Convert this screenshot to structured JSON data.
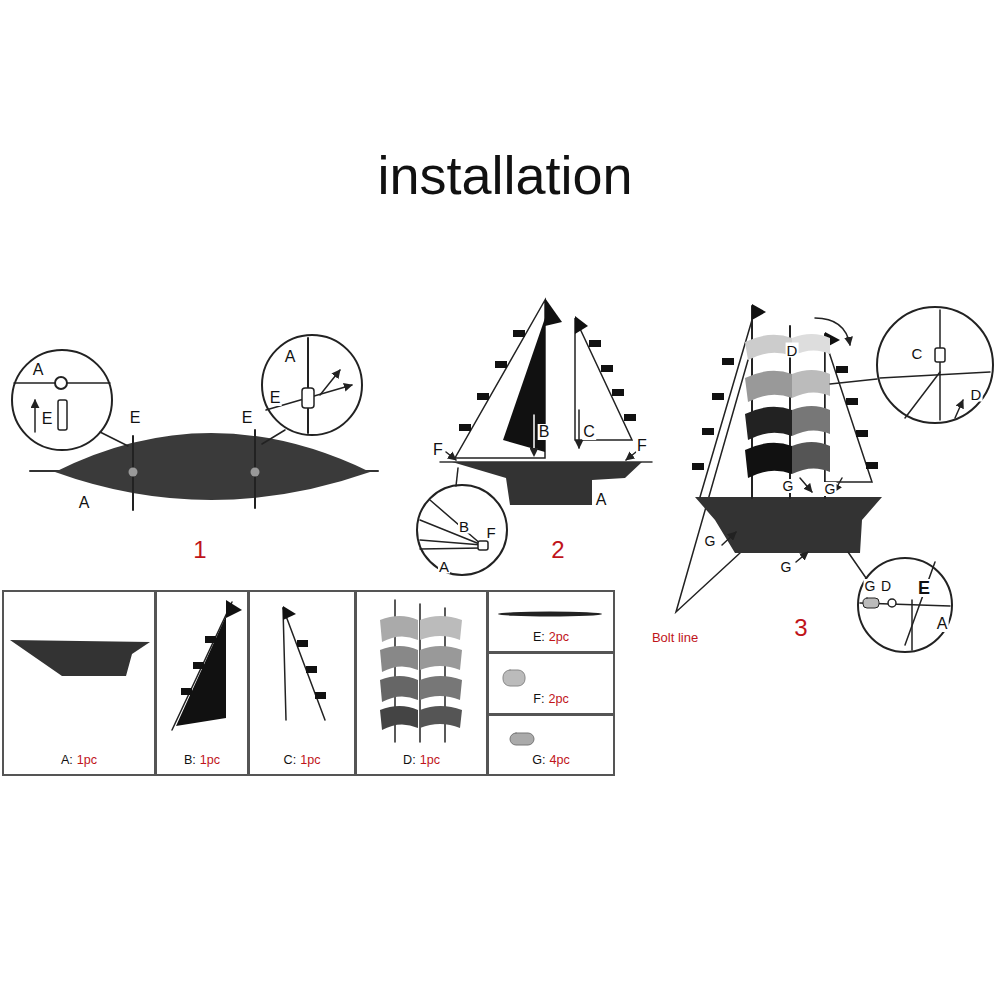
{
  "diagram": {
    "title": "installation",
    "nodes": [
      {
        "text": [
          "A:",
          "1pc"
        ]
      },
      {
        "text": [
          "B:",
          "1pc"
        ]
      },
      {
        "text": [
          "C:",
          "1pc"
        ]
      },
      {
        "text": [
          "D:",
          "1pc"
        ]
      },
      {
        "text": [
          "E:",
          "2pc"
        ]
      },
      {
        "text": [
          "F:",
          "2pc"
        ]
      },
      {
        "text": [
          "G:",
          "4pc"
        ]
      }
    ],
    "labels": [
      "A",
      "E",
      "A",
      "E",
      "E",
      "E",
      "A",
      "1",
      "B",
      "C",
      "F",
      "F",
      "A",
      "B",
      "F",
      "A",
      "2",
      "D",
      "C",
      "D",
      "G",
      "G",
      "G",
      "G",
      "Bolt line",
      "G",
      "D",
      "E",
      "A",
      "3"
    ]
  }
}
